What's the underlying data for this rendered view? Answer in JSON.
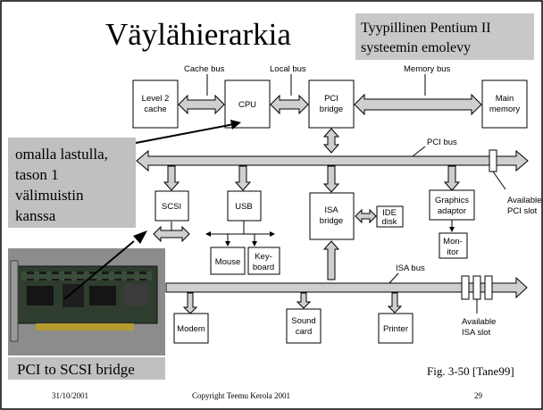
{
  "slide": {
    "title": "Väylähierarkia",
    "subtitle_line1": "Tyypillinen Pentium II",
    "subtitle_line2": "systeemin emolevy",
    "callout_lines": [
      "omalla lastulla,",
      "tason 1",
      "välimuistin",
      "kanssa"
    ],
    "photo_caption": "PCI to SCSI bridge",
    "figure_ref": "Fig. 3-50 [Tane99]",
    "footer": {
      "date": "31/10/2001",
      "copyright": "Copyright Teemu Kerola 2001",
      "page": "29"
    }
  },
  "diagram": {
    "bus_labels": {
      "cache_bus": "Cache bus",
      "local_bus": "Local bus",
      "memory_bus": "Memory bus",
      "pci_bus": "PCI bus",
      "isa_bus": "ISA bus"
    },
    "components": {
      "l2_cache": [
        "Level 2",
        "cache"
      ],
      "cpu": [
        "CPU"
      ],
      "pci_bridge": [
        "PCI",
        "bridge"
      ],
      "main_memory": [
        "Main",
        "memory"
      ],
      "scsi": [
        "SCSI"
      ],
      "usb": [
        "USB"
      ],
      "isa_bridge": [
        "ISA",
        "bridge"
      ],
      "ide_disk": [
        "IDE",
        "disk"
      ],
      "graphics_adaptor": [
        "Graphics",
        "adaptor"
      ],
      "monitor": [
        "Mon-",
        "itor"
      ],
      "mouse": [
        "Mouse"
      ],
      "keyboard": [
        "Key-",
        "board"
      ],
      "modem": [
        "Modem"
      ],
      "sound_card": [
        "Sound",
        "card"
      ],
      "printer": [
        "Printer"
      ]
    },
    "slot_labels": {
      "pci_slot": [
        "Available",
        "PCI slot"
      ],
      "isa_slot": [
        "Available",
        "ISA slot"
      ]
    }
  },
  "colors": {
    "bus_fill": "#cfcfcf",
    "callout_fill": "#c0c0c0",
    "photo_bg": "#8c8c8c",
    "caption_fill": "#c0c0c0"
  }
}
